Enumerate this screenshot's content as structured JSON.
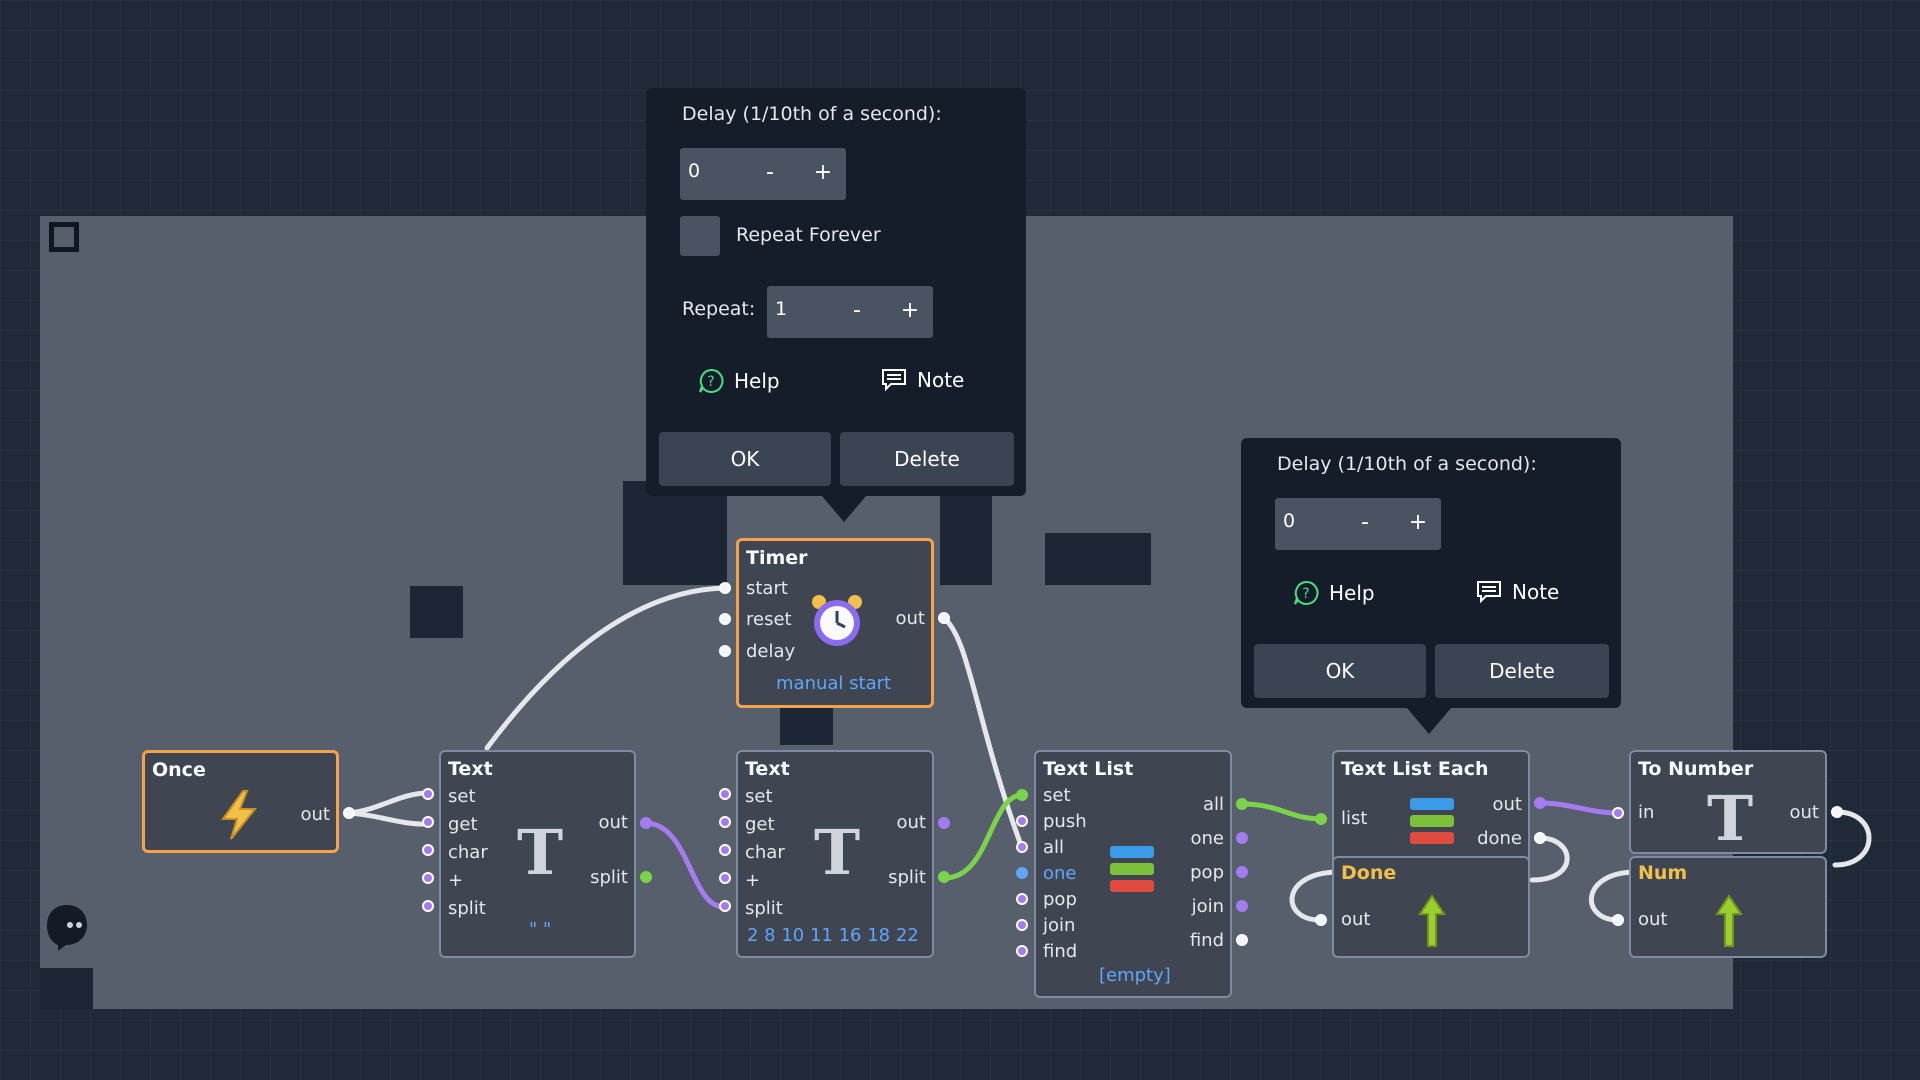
{
  "popup_timer": {
    "delay_label": "Delay (1/10th of a second):",
    "delay_value": "0",
    "minus": "-",
    "plus": "+",
    "repeat_forever_label": "Repeat Forever",
    "repeat_label": "Repeat:",
    "repeat_value": "1",
    "help_label": "Help",
    "note_label": "Note",
    "ok_label": "OK",
    "delete_label": "Delete"
  },
  "popup_each": {
    "delay_label": "Delay (1/10th of a second):",
    "delay_value": "0",
    "minus": "-",
    "plus": "+",
    "help_label": "Help",
    "note_label": "Note",
    "ok_label": "OK",
    "delete_label": "Delete"
  },
  "nodes": {
    "once": {
      "title": "Once",
      "out": "out"
    },
    "timer": {
      "title": "Timer",
      "start": "start",
      "reset": "reset",
      "delay": "delay",
      "out": "out",
      "status": "manual start"
    },
    "text1": {
      "title": "Text",
      "set": "set",
      "get": "get",
      "char": "char",
      "plus": "+",
      "split": "split",
      "out": "out",
      "split_out": "split",
      "value": "\" \""
    },
    "text2": {
      "title": "Text",
      "set": "set",
      "get": "get",
      "char": "char",
      "plus": "+",
      "split": "split",
      "out": "out",
      "split_out": "split",
      "value": "2 8 10 11 16 18 22"
    },
    "text_list": {
      "title": "Text List",
      "set": "set",
      "push": "push",
      "all": "all",
      "one": "one",
      "pop": "pop",
      "join": "join",
      "find": "find",
      "out_all": "all",
      "out_one": "one",
      "out_pop": "pop",
      "out_join": "join",
      "out_find": "find",
      "value": "[empty]"
    },
    "text_list_each": {
      "title": "Text List Each",
      "list": "list",
      "out": "out",
      "done": "done"
    },
    "done": {
      "title": "Done",
      "out": "out"
    },
    "to_number": {
      "title": "To Number",
      "in": "in",
      "out": "out"
    },
    "num": {
      "title": "Num",
      "out": "out"
    }
  },
  "colors": {
    "accent_orange": "#f5a24b",
    "port_purple": "#a57cf0",
    "port_green": "#7bd24b",
    "port_blue": "#60a5fa"
  }
}
